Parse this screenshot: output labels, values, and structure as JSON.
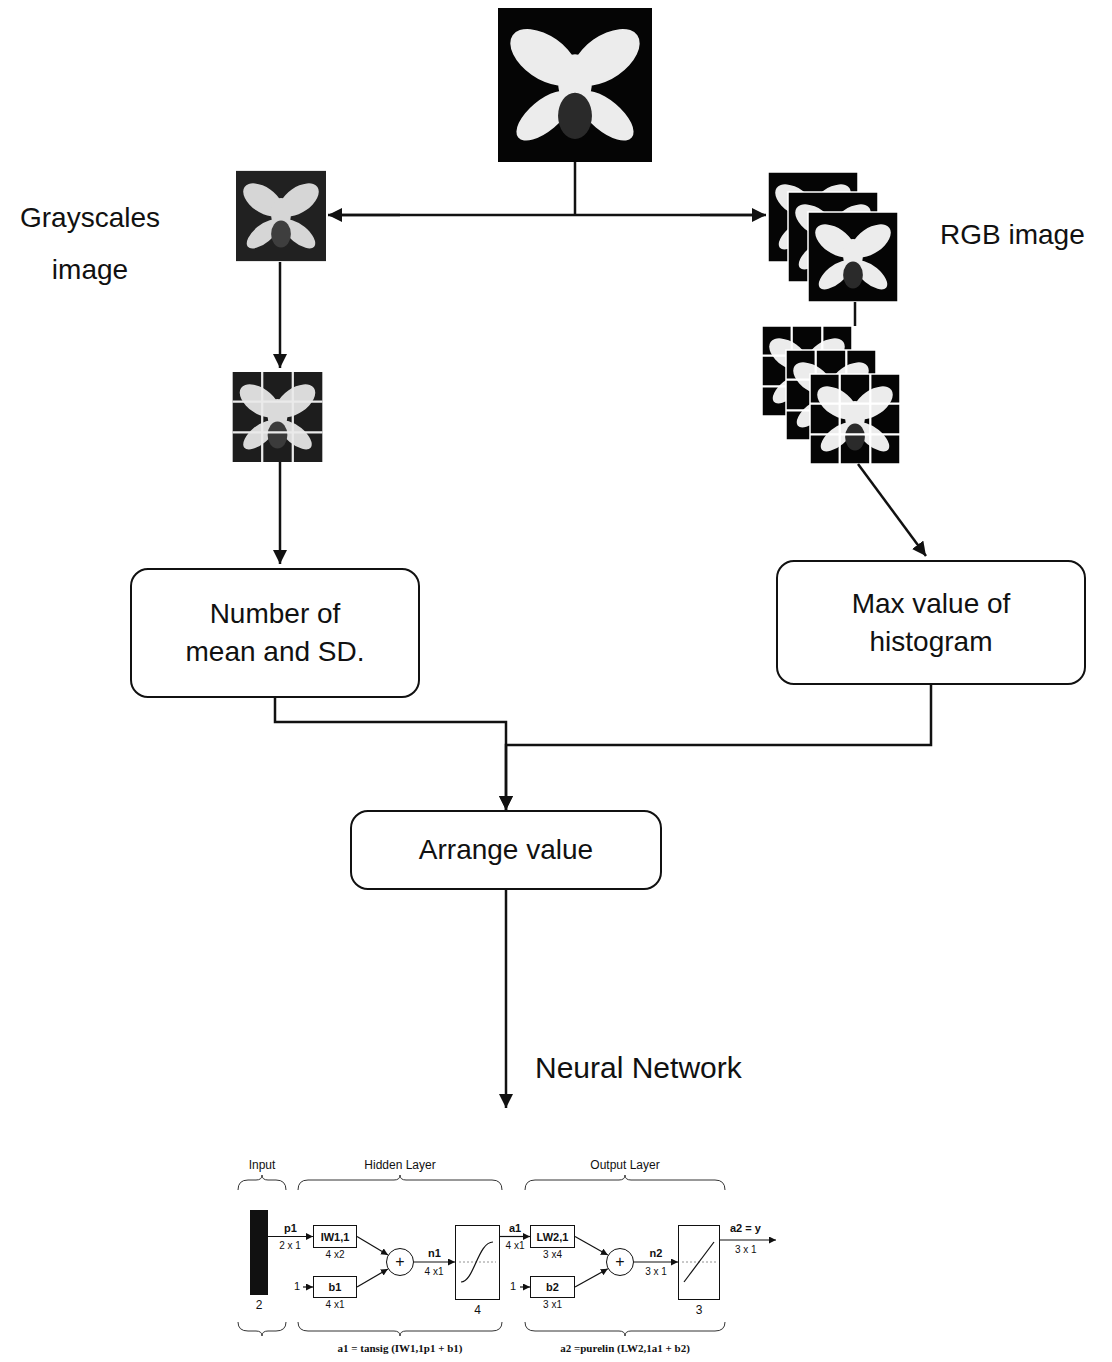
{
  "diagram": {
    "nodes": [
      {
        "text": [
          "Number of mean and SD."
        ]
      },
      {
        "text": [
          "Max value of histogram"
        ]
      },
      {
        "text": [
          "Arrange value"
        ]
      },
      {
        "text": [
          "2"
        ]
      },
      {
        "text": [
          "IW1,1",
          "4 x2"
        ]
      },
      {
        "text": [
          "b1",
          "4 x1"
        ]
      },
      {
        "text": [
          "+"
        ]
      },
      {
        "text": [
          "4"
        ]
      },
      {
        "text": [
          "LW2,1",
          "3 x4"
        ]
      },
      {
        "text": [
          "b2",
          "3 x1"
        ]
      },
      {
        "text": [
          "+"
        ]
      },
      {
        "text": [
          "3"
        ]
      }
    ],
    "edges": [
      {
        "from": 0,
        "to": 2,
        "arrow": "to"
      },
      {
        "from": 1,
        "to": 2,
        "arrow": "to"
      },
      {
        "from": 3,
        "to": 4,
        "arrow": "to",
        "label": "p1"
      },
      {
        "from": 4,
        "to": 6,
        "arrow": "to"
      },
      {
        "from": 5,
        "to": 6,
        "arrow": "to"
      },
      {
        "from": 6,
        "to": 7,
        "arrow": "to",
        "label": "n1"
      },
      {
        "from": 7,
        "to": 8,
        "arrow": "to",
        "label": "a1"
      },
      {
        "from": 8,
        "to": 10,
        "arrow": "to"
      },
      {
        "from": 9,
        "to": 10,
        "arrow": "to"
      },
      {
        "from": 10,
        "to": 11,
        "arrow": "to",
        "label": "n2"
      }
    ],
    "labels": [
      "Grayscales image",
      "RGB image",
      "Neural Network",
      "Input",
      "Hidden Layer",
      "Output Layer",
      "2 x 1",
      "1",
      "4 x1",
      "4 x1",
      "1",
      "3 x 1",
      "a2 = y",
      "3 x 1",
      "a1 = tansig (IW1,1p1 + b1)",
      "a2 =purelin (LW2,1a1 + b2)"
    ]
  }
}
